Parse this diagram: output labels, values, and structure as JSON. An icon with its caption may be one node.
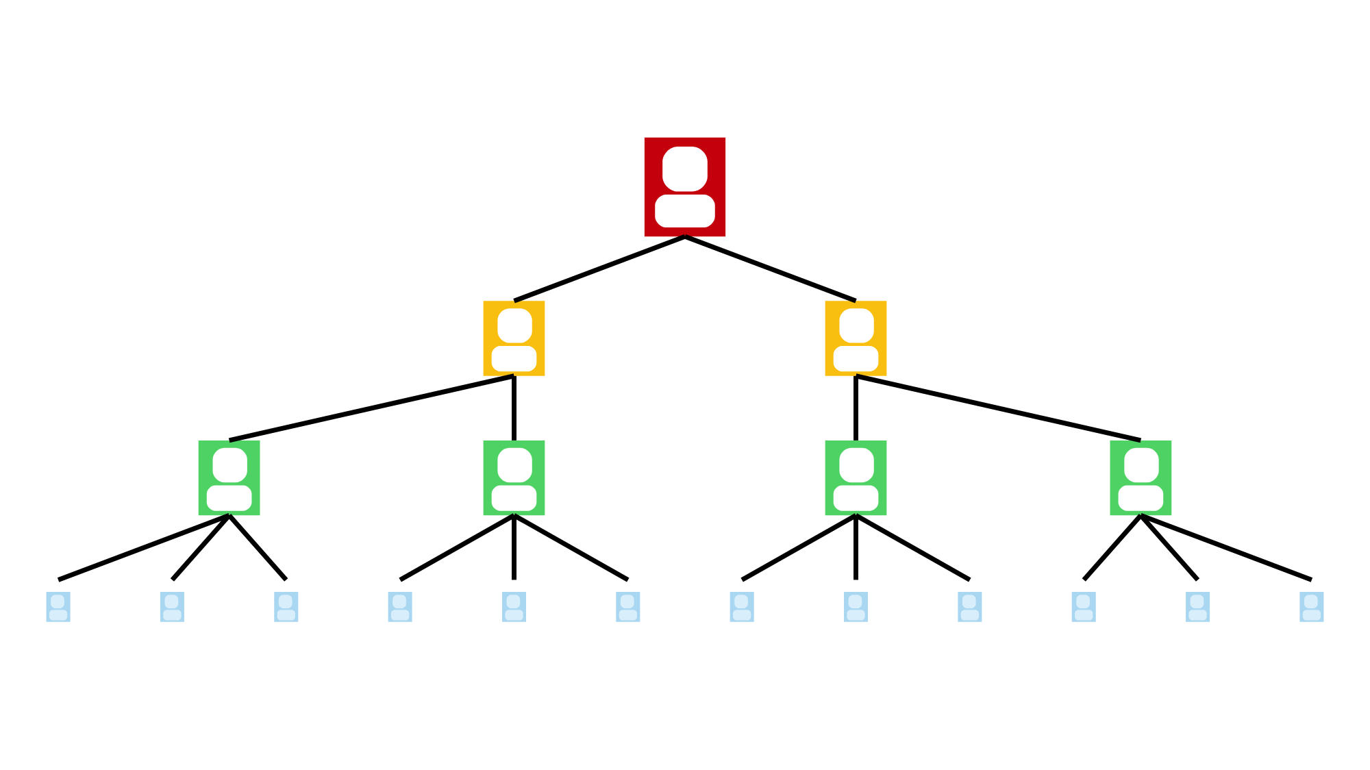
{
  "diagram": {
    "nodes": [
      {
        "text": [],
        "shape": "person"
      },
      {
        "text": [],
        "shape": "person"
      },
      {
        "text": [],
        "shape": "person"
      },
      {
        "text": [],
        "shape": "person"
      },
      {
        "text": [],
        "shape": "person"
      },
      {
        "text": [],
        "shape": "person"
      },
      {
        "text": [],
        "shape": "person"
      },
      {
        "text": [],
        "shape": "person"
      },
      {
        "text": [],
        "shape": "person"
      },
      {
        "text": [],
        "shape": "person"
      },
      {
        "text": [],
        "shape": "person"
      },
      {
        "text": [],
        "shape": "person"
      },
      {
        "text": [],
        "shape": "person"
      },
      {
        "text": [],
        "shape": "person"
      },
      {
        "text": [],
        "shape": "person"
      },
      {
        "text": [],
        "shape": "person"
      },
      {
        "text": [],
        "shape": "person"
      },
      {
        "text": [],
        "shape": "person"
      },
      {
        "text": [],
        "shape": "person"
      }
    ],
    "edges": [
      {
        "from": 0,
        "to": 1,
        "arrow": "none"
      },
      {
        "from": 0,
        "to": 2,
        "arrow": "none"
      },
      {
        "from": 1,
        "to": 3,
        "arrow": "none"
      },
      {
        "from": 1,
        "to": 4,
        "arrow": "none"
      },
      {
        "from": 2,
        "to": 5,
        "arrow": "none"
      },
      {
        "from": 2,
        "to": 6,
        "arrow": "none"
      },
      {
        "from": 3,
        "to": 7,
        "arrow": "none"
      },
      {
        "from": 3,
        "to": 8,
        "arrow": "none"
      },
      {
        "from": 3,
        "to": 9,
        "arrow": "none"
      },
      {
        "from": 4,
        "to": 10,
        "arrow": "none"
      },
      {
        "from": 4,
        "to": 11,
        "arrow": "none"
      },
      {
        "from": 4,
        "to": 12,
        "arrow": "none"
      },
      {
        "from": 5,
        "to": 13,
        "arrow": "none"
      },
      {
        "from": 5,
        "to": 14,
        "arrow": "none"
      },
      {
        "from": 5,
        "to": 15,
        "arrow": "none"
      },
      {
        "from": 6,
        "to": 16,
        "arrow": "none"
      },
      {
        "from": 6,
        "to": 17,
        "arrow": "none"
      },
      {
        "from": 6,
        "to": 18,
        "arrow": "none"
      }
    ]
  }
}
